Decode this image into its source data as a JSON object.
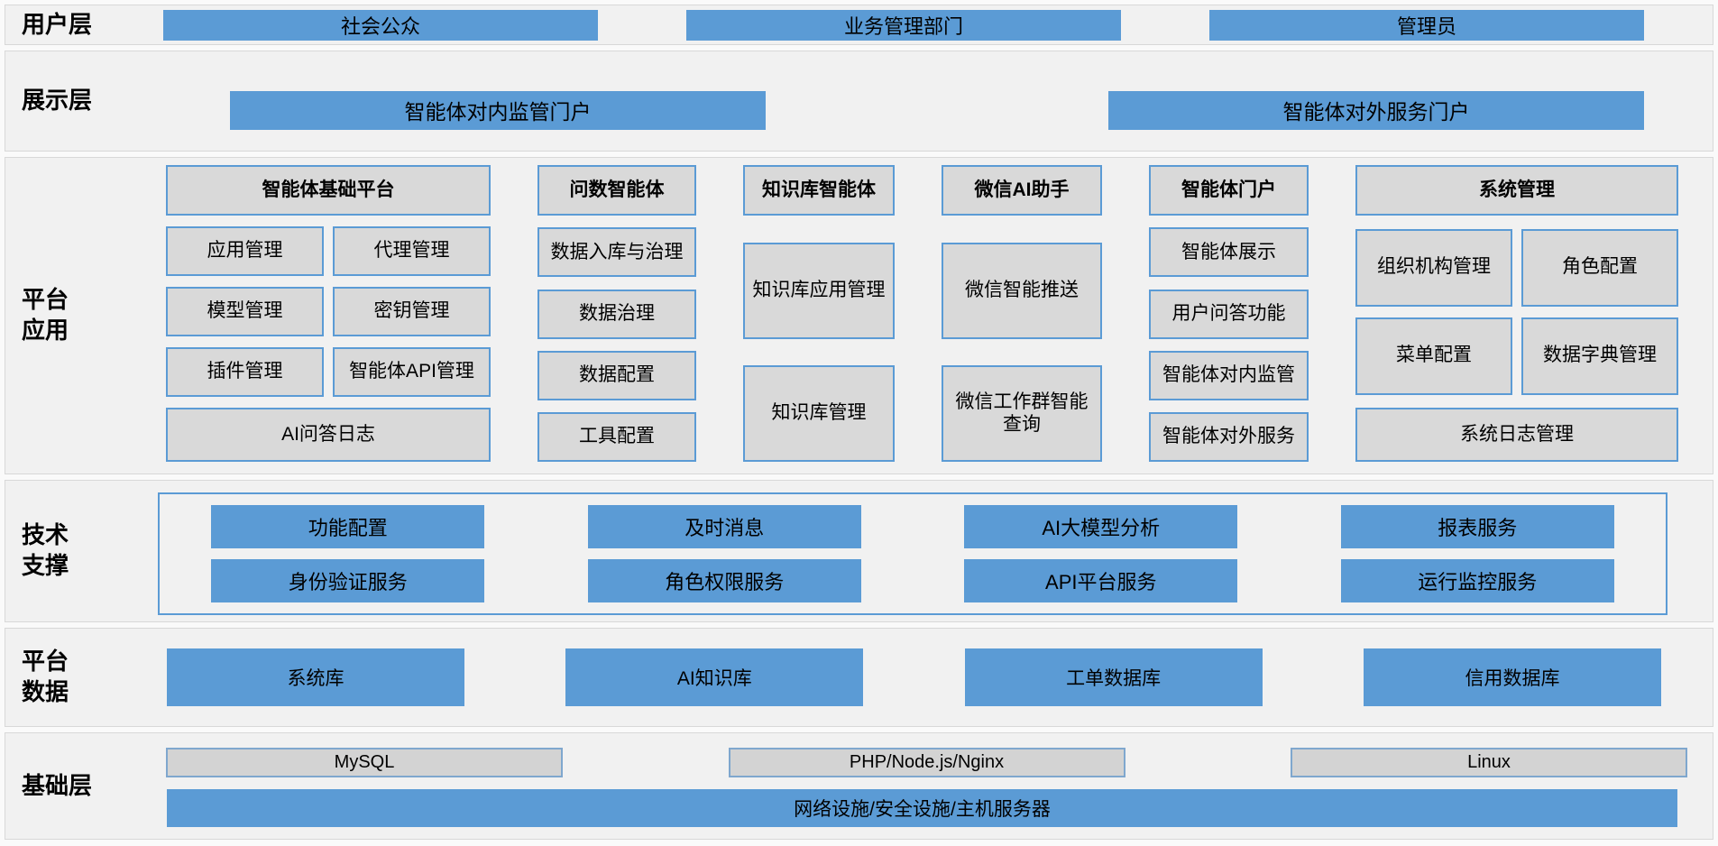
{
  "colors": {
    "accent_blue": "#5B9BD5",
    "box_gray": "#D9D9D9",
    "band_gray": "#F1F1F1"
  },
  "layers": {
    "user": {
      "label": "用户层",
      "items": [
        "社会公众",
        "业务管理部门",
        "管理员"
      ]
    },
    "display": {
      "label": "展示层",
      "items": [
        "智能体对内监管门户",
        "智能体对外服务门户"
      ]
    },
    "platform_app": {
      "label_lines": [
        "平台",
        "应用"
      ],
      "columns": [
        {
          "header": "智能体基础平台",
          "cells": [
            "应用管理",
            "代理管理",
            "模型管理",
            "密钥管理",
            "插件管理",
            "智能体API管理"
          ],
          "footer": "AI问答日志"
        },
        {
          "header": "问数智能体",
          "items": [
            "数据入库与治理",
            "数据治理",
            "数据配置",
            "工具配置"
          ]
        },
        {
          "header": "知识库智能体",
          "items": [
            "知识库应用管理",
            "知识库管理"
          ]
        },
        {
          "header": "微信AI助手",
          "items": [
            "微信智能推送",
            "微信工作群智能查询"
          ]
        },
        {
          "header": "智能体门户",
          "items": [
            "智能体展示",
            "用户问答功能",
            "智能体对内监管",
            "智能体对外服务"
          ]
        },
        {
          "header": "系统管理",
          "cells": [
            "组织机构管理",
            "角色配置",
            "菜单配置",
            "数据字典管理"
          ],
          "footer": "系统日志管理"
        }
      ]
    },
    "tech_support": {
      "label_lines": [
        "技术",
        "支撑"
      ],
      "rows": [
        [
          "功能配置",
          "及时消息",
          "AI大模型分析",
          "报表服务"
        ],
        [
          "身份验证服务",
          "角色权限服务",
          "API平台服务",
          "运行监控服务"
        ]
      ]
    },
    "platform_data": {
      "label_lines": [
        "平台",
        "数据"
      ],
      "items": [
        "系统库",
        "AI知识库",
        "工单数据库",
        "信用数据库"
      ]
    },
    "base": {
      "label": "基础层",
      "items": [
        "MySQL",
        "PHP/Node.js/Nginx",
        "Linux"
      ],
      "bottom": "网络设施/安全设施/主机服务器"
    }
  }
}
